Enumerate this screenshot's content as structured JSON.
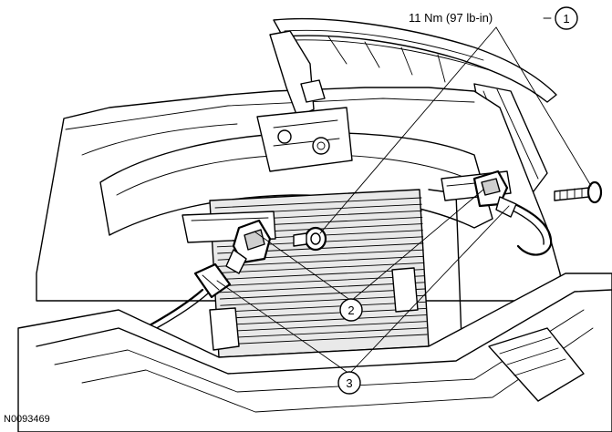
{
  "figure": {
    "id": "N0093469",
    "torque_spec": "11 Nm (97 lb-in)",
    "callouts": [
      {
        "number": "1"
      },
      {
        "number": "2"
      },
      {
        "number": "3"
      }
    ]
  }
}
